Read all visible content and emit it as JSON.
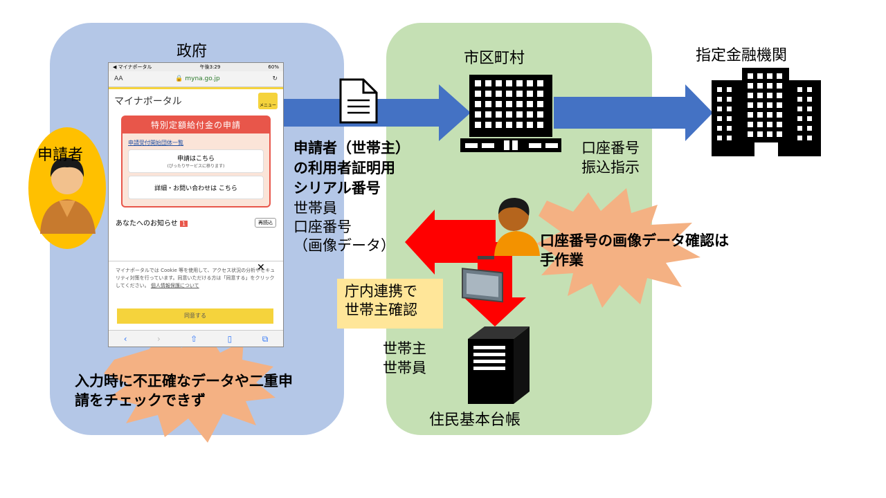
{
  "regions": {
    "government": "政府",
    "municipality": "市区町村",
    "bank": "指定金融機関"
  },
  "applicant": "申請者",
  "flow_left": {
    "bold_lines": [
      "申請者（世帯主）",
      "の利用者証明用",
      "シリアル番号"
    ],
    "normal_lines": [
      "世帯員",
      "口座番号",
      "（画像データ）"
    ]
  },
  "flow_right": [
    "口座番号",
    "振込指示"
  ],
  "manual_note": [
    "口座番号の画像データ確認は",
    "手作業"
  ],
  "check_note": [
    "入力時に不正確なデータや二重申",
    "請をチェックできず"
  ],
  "internal_link": [
    "庁内連携で",
    "世帯主確認"
  ],
  "household": [
    "世帯主",
    "世帯員"
  ],
  "registry": "住民基本台帳",
  "phone": {
    "status_left": "◀ マイナポータル ",
    "status_time": "午後3:29",
    "status_right": "60%",
    "url_aa": "AA",
    "url": "🔒 myna.go.jp",
    "url_reload": "↻",
    "brand": "マイナポータル",
    "menu": "メニュー",
    "card_title": "特別定額給付金の申請",
    "card_link": "申請受付開始団体一覧",
    "apply_btn": "申請はこちら",
    "apply_sub": "(ぴったりサービスに移ります)",
    "detail_btn": "詳細・お問い合わせは こちら",
    "notice": "あなたへのお知らせ",
    "notice_badge": "1",
    "reload": "再読込",
    "cookie_text": "マイナポータルでは Cookie 等を使用して、アクセス状況の分析やセキュリティ対策を行っています。同意いただける方は「同意する」をクリックしてください。",
    "cookie_link": "個人情報保護について",
    "agree": "同意する",
    "close": "✕"
  },
  "colors": {
    "government_region": "#b4c7e7",
    "municipality_region": "#c5e0b4",
    "blue_arrow": "#4472c4",
    "red_arrow": "#ff0000",
    "burst": "#f4b183",
    "note_box": "#ffe699",
    "applicant_circle": "#ffc000"
  }
}
